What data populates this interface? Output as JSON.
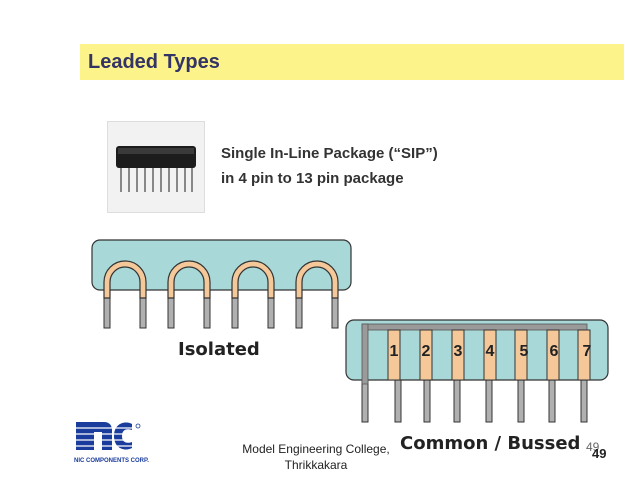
{
  "slide": {
    "title": "Leaded Types",
    "description_line1": "Single In-Line Package (“SIP”)",
    "description_line2": "in 4 pin to 13 pin package",
    "isolated_label": "Isolated",
    "common_label": "Common / Bussed",
    "pin_numbers": [
      "1",
      "2",
      "3",
      "4",
      "5",
      "6",
      "7"
    ]
  },
  "footer": {
    "line1": "Model Engineering College,",
    "line2": "Thrikkakara",
    "page_small": "49",
    "page_big": "49"
  },
  "logo": {
    "name": "NIC COMPONENTS CORP.",
    "mark": "Nc"
  },
  "colors": {
    "title_bar": "#fdf38b",
    "package_fill": "#a8d8d8",
    "resistor_fill": "#f5c89a",
    "pin_fill": "#b0b0b0",
    "logo_blue": "#1a3c9c"
  }
}
